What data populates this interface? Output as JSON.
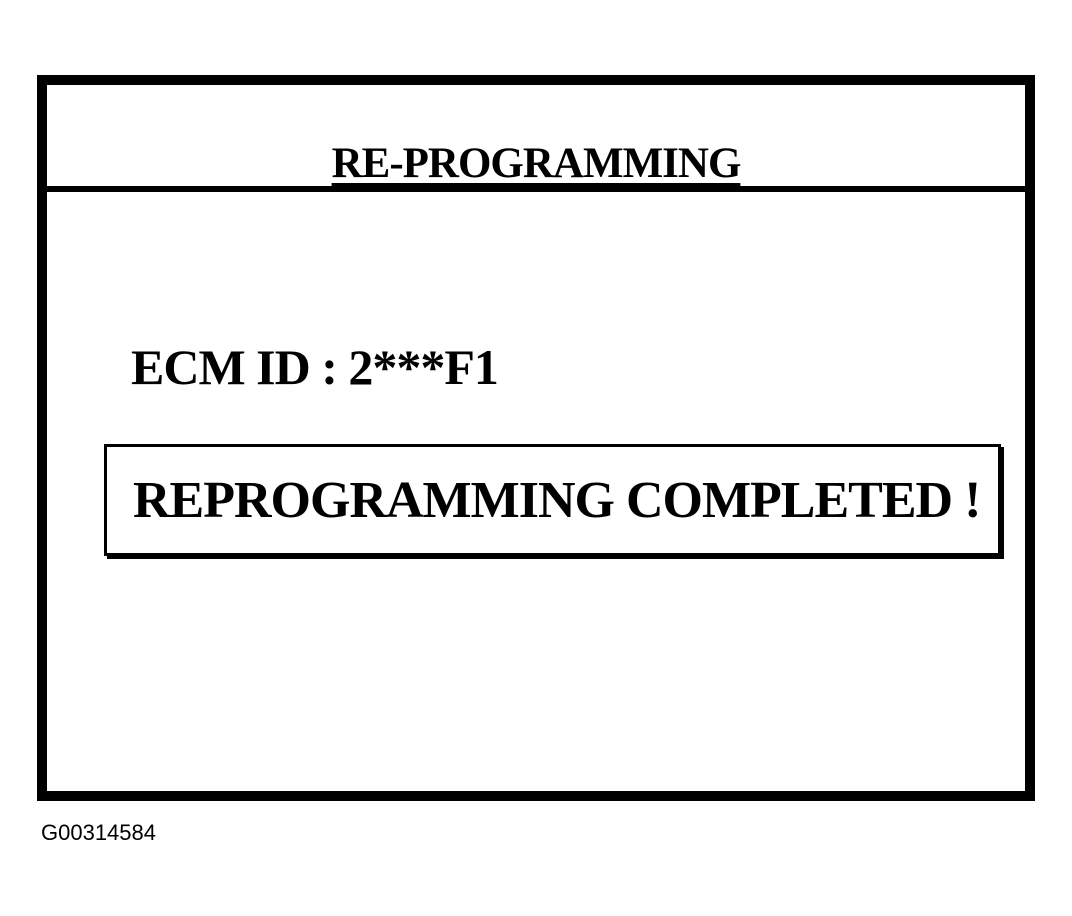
{
  "screen": {
    "title": "RE-PROGRAMMING",
    "ecm_id_label": "ECM ID : 2***F1",
    "status_message": "REPROGRAMMING COMPLETED !"
  },
  "figure": {
    "id": "G00314584"
  },
  "colors": {
    "foreground": "#000000",
    "background": "#ffffff"
  }
}
